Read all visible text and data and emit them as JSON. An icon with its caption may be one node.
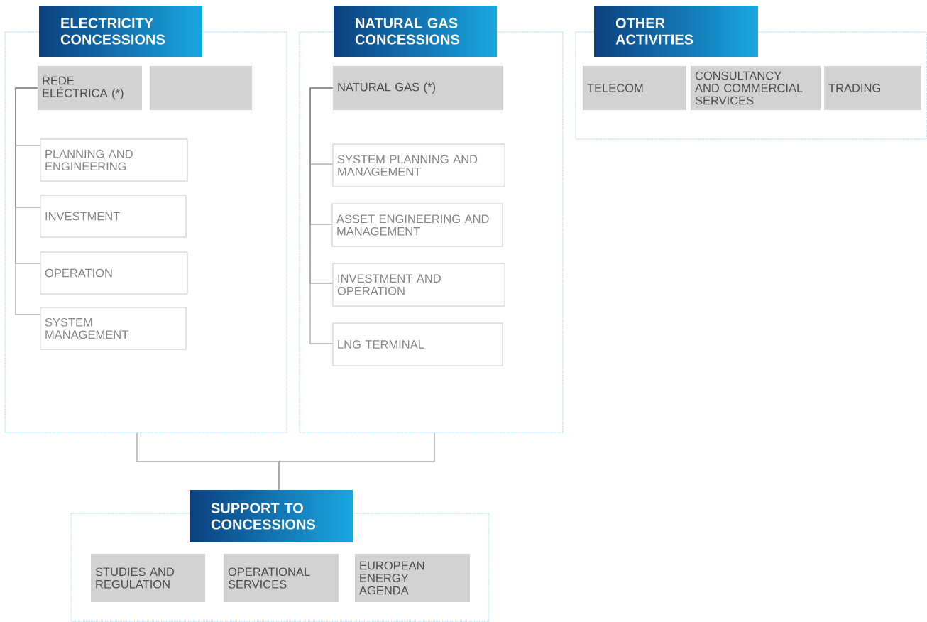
{
  "diagram": {
    "nodes": [
      {
        "text": [
          "ELECTRICITY CONCESSIONS"
        ]
      },
      {
        "text": [
          "NATURAL GAS CONCESSIONS"
        ]
      },
      {
        "text": [
          "OTHER ACTIVITIES"
        ]
      },
      {
        "text": [
          "SUPPORT TO CONCESSIONS"
        ]
      },
      {
        "text": [
          "REDE ELÉCTRICA (*)"
        ],
        "in": 0
      },
      {
        "text": [],
        "shape": "box",
        "in": 0
      },
      {
        "text": [
          "PLANNING AND ENGINEERING"
        ],
        "in": 0
      },
      {
        "text": [
          "INVESTMENT"
        ],
        "in": 0
      },
      {
        "text": [
          "OPERATION"
        ],
        "in": 0
      },
      {
        "text": [
          "SYSTEM MANAGEMENT"
        ],
        "in": 0
      },
      {
        "text": [
          "NATURAL GAS (*)"
        ],
        "in": 1
      },
      {
        "text": [
          "SYSTEM PLANNING AND MANAGEMENT"
        ],
        "in": 1
      },
      {
        "text": [
          "ASSET ENGINEERING AND MANAGEMENT"
        ],
        "in": 1
      },
      {
        "text": [
          "INVESTMENT AND OPERATION"
        ],
        "in": 1
      },
      {
        "text": [
          "LNG TERMINAL"
        ],
        "in": 1
      },
      {
        "text": [
          "TELECOM"
        ],
        "in": 2
      },
      {
        "text": [
          "CONSULTANCY AND COMMERCIAL SERVICES"
        ],
        "in": 2
      },
      {
        "text": [
          "TRADING"
        ],
        "in": 2
      },
      {
        "text": [
          "STUDIES AND REGULATION"
        ],
        "in": 3
      },
      {
        "text": [
          "OPERATIONAL SERVICES"
        ],
        "in": 3
      },
      {
        "text": [
          "EUROPEAN ENERGY AGENDA"
        ],
        "in": 3
      }
    ],
    "edges": [
      {
        "from": 4,
        "to": 6,
        "arrow": "none"
      },
      {
        "from": 4,
        "to": 7,
        "arrow": "none"
      },
      {
        "from": 4,
        "to": 8,
        "arrow": "none"
      },
      {
        "from": 4,
        "to": 9,
        "arrow": "none"
      },
      {
        "from": 10,
        "to": 11,
        "arrow": "none"
      },
      {
        "from": 10,
        "to": 12,
        "arrow": "none"
      },
      {
        "from": 10,
        "to": 13,
        "arrow": "none"
      },
      {
        "from": 10,
        "to": 14,
        "arrow": "none"
      },
      {
        "from": 0,
        "to": 3,
        "arrow": "none"
      },
      {
        "from": 1,
        "to": 3,
        "arrow": "none"
      }
    ]
  }
}
